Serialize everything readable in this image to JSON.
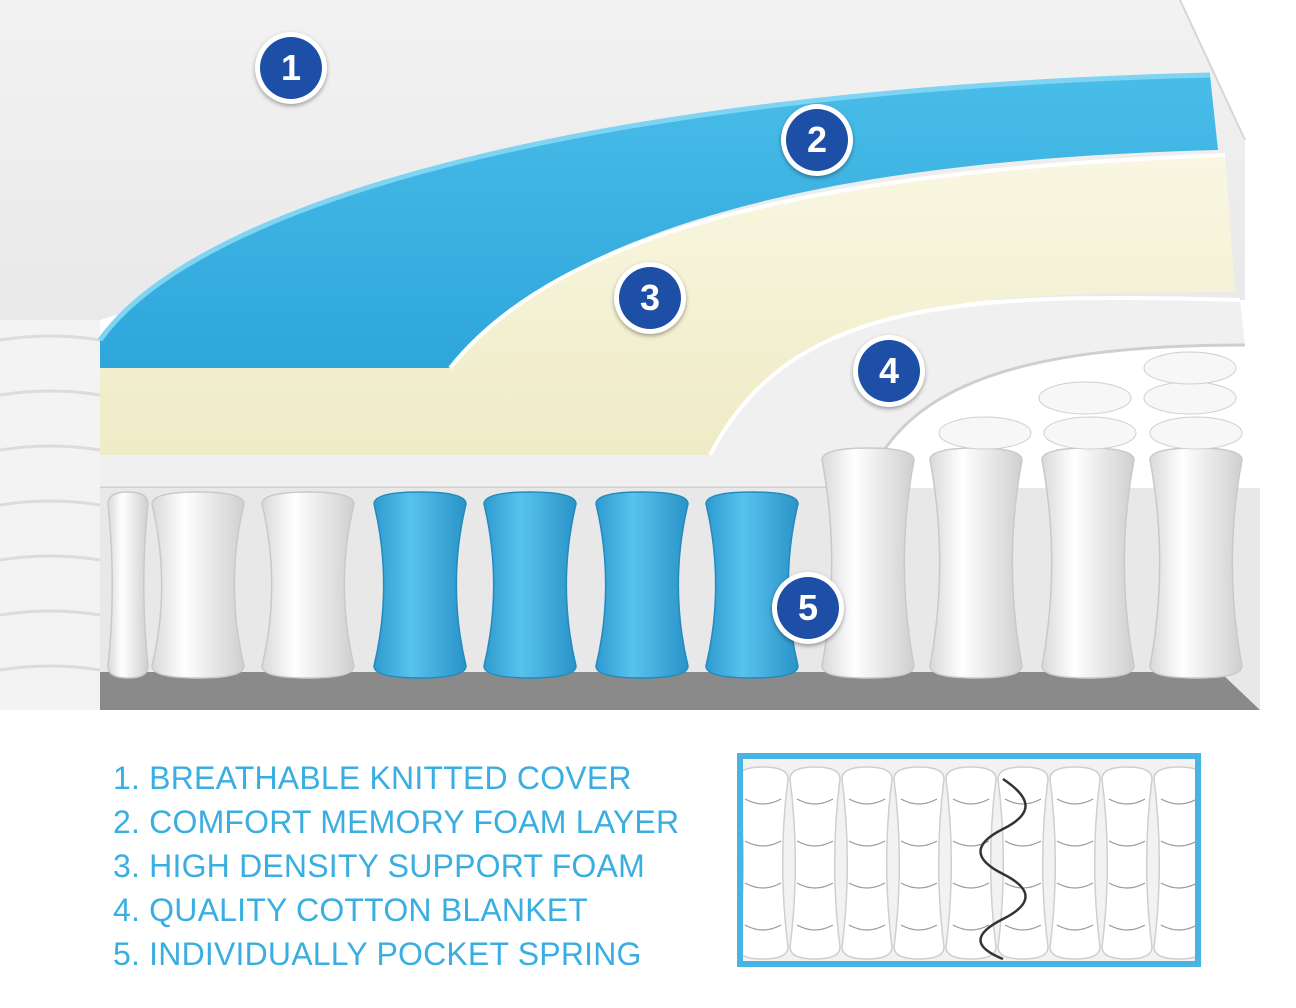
{
  "markers": [
    "1",
    "2",
    "3",
    "4",
    "5"
  ],
  "legend": [
    "1. BREATHABLE KNITTED COVER",
    "2. COMFORT MEMORY FOAM LAYER",
    "3. HIGH DENSITY SUPPORT FOAM",
    "4. QUALITY COTTON BLANKET",
    "5. INDIVIDUALLY POCKET SPRING"
  ],
  "colors": {
    "marker_fill": "#1d4fa6",
    "legend_text": "#3aaee0",
    "memory_foam": "#3fb1e0",
    "support_foam": "#f4f1d4",
    "inset_border": "#48b4e2"
  },
  "icons": {
    "inset": "pocket-spring-closeup-icon"
  }
}
